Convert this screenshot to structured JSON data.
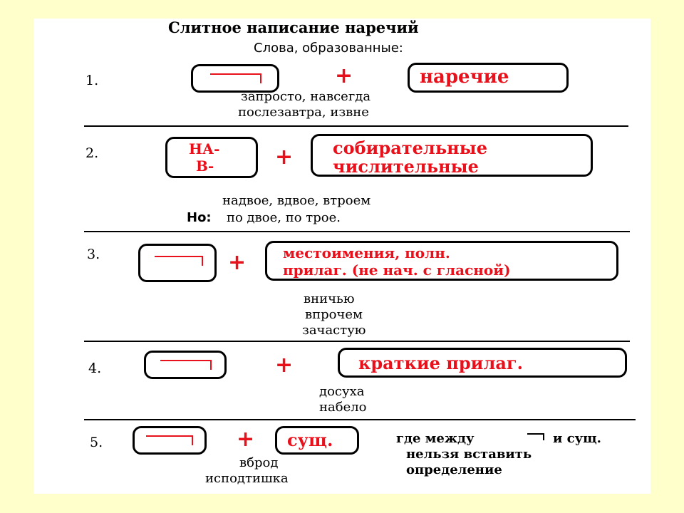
{
  "title": "Слитное написание наречий",
  "subtitle": "Слова, образованные:",
  "rules": [
    {
      "num": "1.",
      "right": "наречие",
      "examples": [
        "запросто, навсегда",
        "послезавтра, извне"
      ]
    },
    {
      "num": "2.",
      "prefix1": "НА-",
      "prefix2": "В-",
      "right1": "собирательные",
      "right2": "числительные",
      "examples": [
        "надвое, вдвое, втроем"
      ],
      "exception_label": "Но:",
      "exception_text": "по двое, по трое."
    },
    {
      "num": "3.",
      "right1": "местоимения, полн.",
      "right2": "прилаг. (не нач. с гласной)",
      "examples": [
        "вничью",
        "впрочем",
        "зачастую"
      ]
    },
    {
      "num": "4.",
      "right": "краткие прилаг.",
      "examples": [
        "досуха",
        "набело"
      ]
    },
    {
      "num": "5.",
      "right": "сущ.",
      "note1": "где между",
      "note1b": "и сущ.",
      "note2": "нельзя вставить",
      "note3": "определение",
      "examples": [
        "вброд",
        "исподтишка"
      ]
    }
  ],
  "plus": "+"
}
